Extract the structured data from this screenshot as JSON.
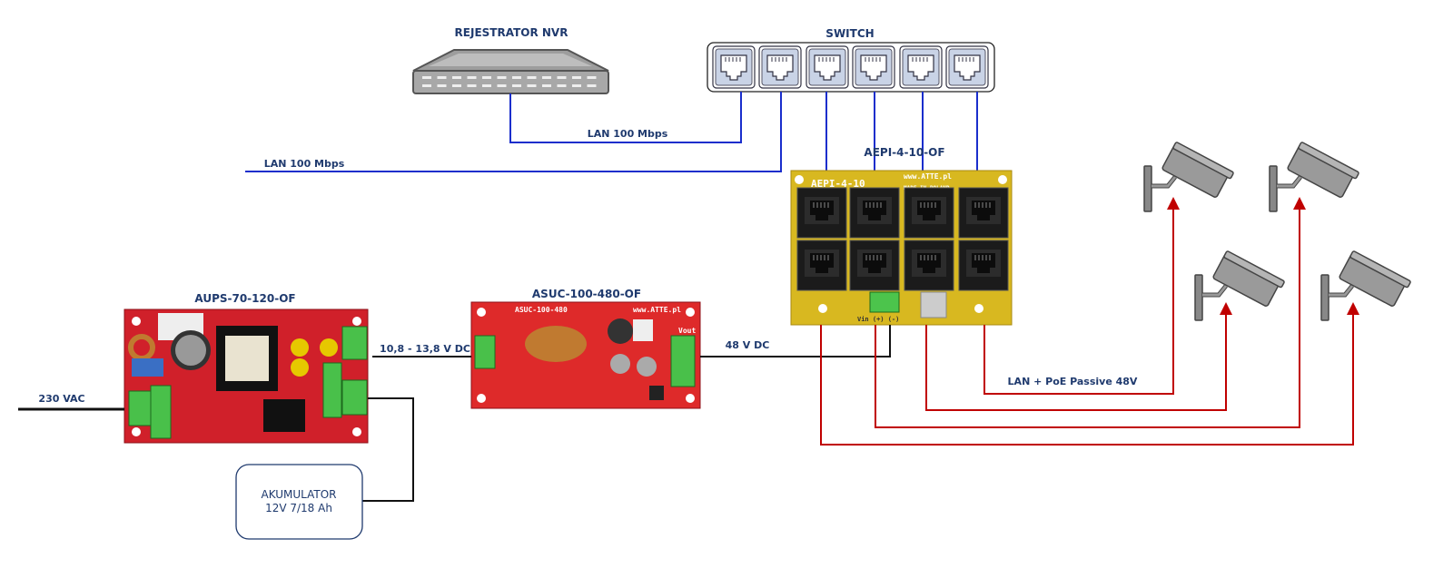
{
  "devices": {
    "nvr": {
      "title": "REJESTRATOR NVR"
    },
    "switch": {
      "title": "SWITCH",
      "ports": 6
    },
    "aepi": {
      "title": "AEPI-4-10-OF",
      "pcb_text": "AEPI-4-10",
      "pcb_url": "www.ATTE.pl",
      "pcb_made": "MADE IN POLAND",
      "pcb_vin": "Vin (+) (-)"
    },
    "aups": {
      "title": "AUPS-70-120-OF"
    },
    "asuc": {
      "title": "ASUC-100-480-OF",
      "pcb_text": "ASUC-100-480",
      "pcb_url": "www.ATTE.pl",
      "pcb_vout": "Vout"
    },
    "battery": {
      "line1": "AKUMULATOR",
      "line2": "12V 7/18 Ah"
    },
    "cameras": 4
  },
  "connections": {
    "nvr_switch": "LAN 100 Mbps",
    "uplink": "LAN 100 Mbps",
    "mains": "230 VAC",
    "aups_asuc": "10,8 - 13,8 V DC",
    "asuc_aepi": "48 V DC",
    "poe": "LAN + PoE Passive 48V"
  },
  "colors": {
    "lan": "#1a2ecc",
    "poe": "#c00000",
    "power": "#111111",
    "label": "#1f3a6e"
  }
}
